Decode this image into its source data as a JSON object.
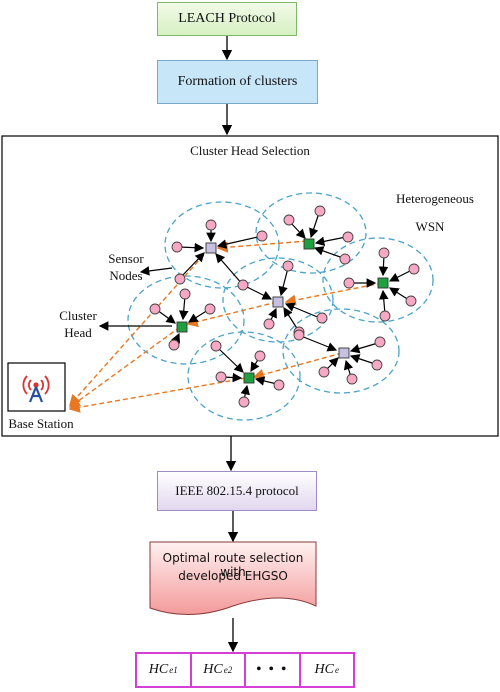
{
  "boxes": {
    "leach": "LEACH Protocol",
    "formation": "Formation of clusters",
    "ieee": "IEEE 802.15.4 protocol",
    "route_line1": "Optimal route selection with",
    "route_line2": "developed EHGSO"
  },
  "panel": {
    "title": "Cluster Head Selection",
    "heterogeneous": "Heterogeneous",
    "wsn": "WSN",
    "sensor_line1": "Sensor",
    "sensor_line2": "Nodes",
    "cluster_line1": "Cluster",
    "cluster_line2": "Head",
    "base_station": "Base Station"
  },
  "hc": {
    "c1_main": "HC",
    "c1_sub": "e1",
    "c2_main": "HC",
    "c2_sub": "e2",
    "c3": "• • •",
    "c4_main": "HC",
    "c4_sub": "e"
  },
  "colors": {
    "cluster_ring": "#4aa3c8",
    "sensor_node": "#f7a8c4",
    "cluster_head_green": "#1fa040",
    "cluster_head_lilac": "#c6c0e2",
    "route_dashed": "#e87722",
    "hc_border": "#d63fd6",
    "antenna_red": "#e03030",
    "antenna_blue": "#2a4f9a"
  }
}
